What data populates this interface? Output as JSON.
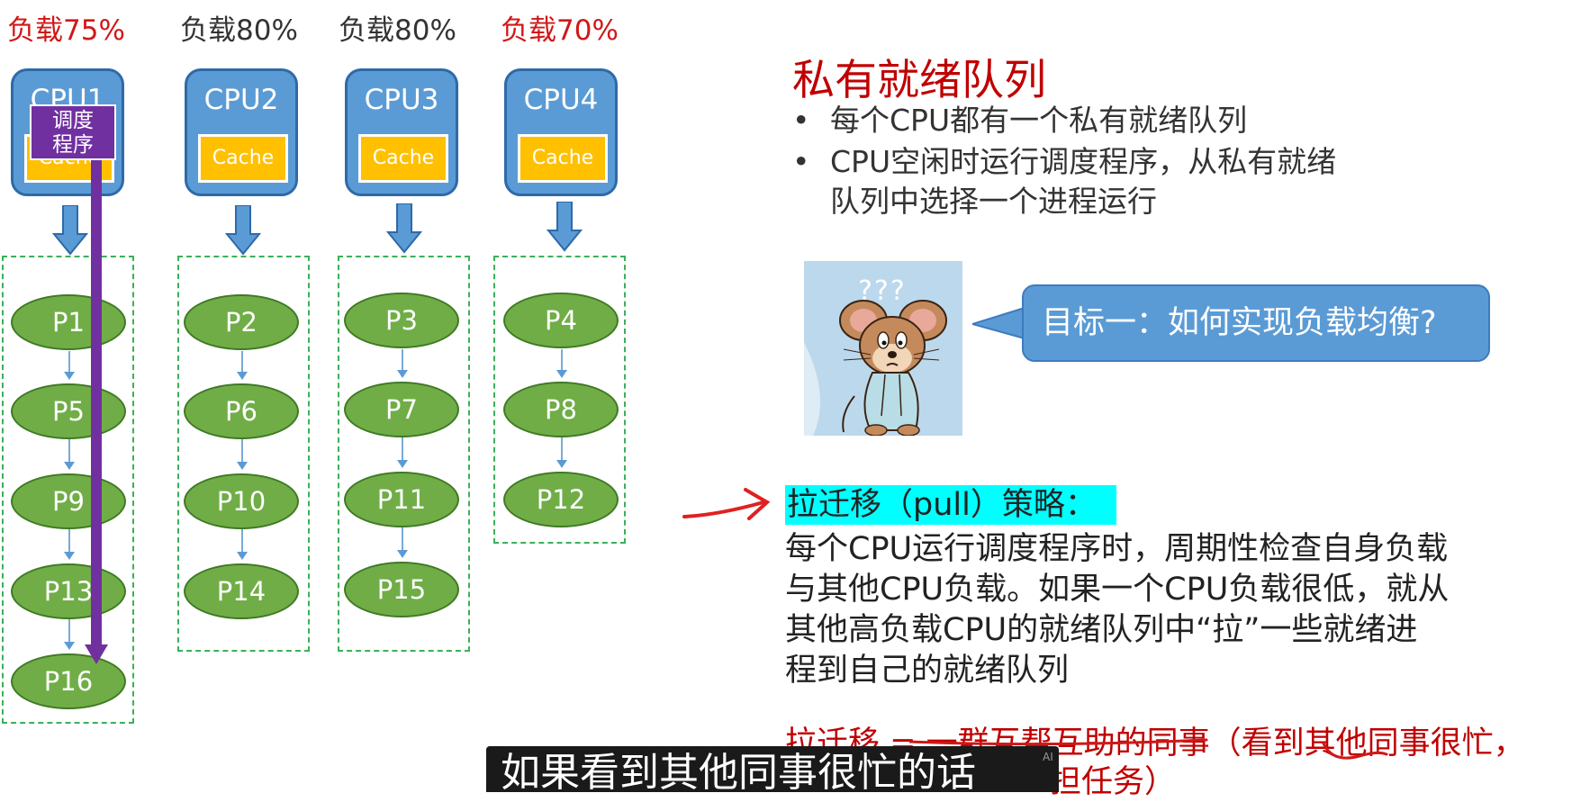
{
  "loads": [
    {
      "text": "负载75%",
      "color": "#d01818"
    },
    {
      "text": "负载80%",
      "color": "#333333"
    },
    {
      "text": "负载80%",
      "color": "#333333"
    },
    {
      "text": "负载70%",
      "color": "#d01818"
    }
  ],
  "cpus": [
    {
      "label": "CPU1",
      "cache": "Cache"
    },
    {
      "label": "CPU2",
      "cache": "Cache"
    },
    {
      "label": "CPU3",
      "cache": "Cache"
    },
    {
      "label": "CPU4",
      "cache": "Cache"
    }
  ],
  "scheduler": {
    "line1": "调度",
    "line2": "程序"
  },
  "queues": [
    [
      "P1",
      "P5",
      "P9",
      "P13",
      "P16"
    ],
    [
      "P2",
      "P6",
      "P10",
      "P14"
    ],
    [
      "P3",
      "P7",
      "P11",
      "P15"
    ],
    [
      "P4",
      "P8",
      "P12"
    ]
  ],
  "slide": {
    "title": "私有就绪队列",
    "bullets": [
      "每个CPU都有一个私有就绪队列",
      "CPU空闲时运行调度程序，从私有就绪",
      "队列中选择一个进程运行"
    ],
    "meme_marks": "???",
    "bubble_text": "目标一：如何实现负载均衡?",
    "pull_title": "拉迁移（pull）策略：",
    "pull_lines": [
      "每个CPU运行调度程序时，周期性检查自身负载",
      "与其他CPU负载。如果一个CPU负载很低，就从",
      "其他高负载CPU的就绪队列中“拉”一些就绪进",
      "程到自己的就绪队列"
    ],
    "analogy_line1": "拉迁移 = 一群互帮互助的同事（看到其他同事很忙，",
    "analogy_line2": "担任务）"
  },
  "subtitle": {
    "text": "如果看到其他同事很忙的话",
    "ai_tag": "AI"
  },
  "colors": {
    "cpu_blue": "#5b9bd5",
    "cache_yellow": "#ffc000",
    "process_green": "#70ad47",
    "queue_dash": "#3cb05a",
    "scheduler_purple": "#7030a0",
    "title_red": "#c00000",
    "highlight_cyan": "#00ffff"
  },
  "icons": [
    "arrow-down-icon",
    "red-hand-drawn-arrow-icon",
    "confused-mouse-image"
  ]
}
